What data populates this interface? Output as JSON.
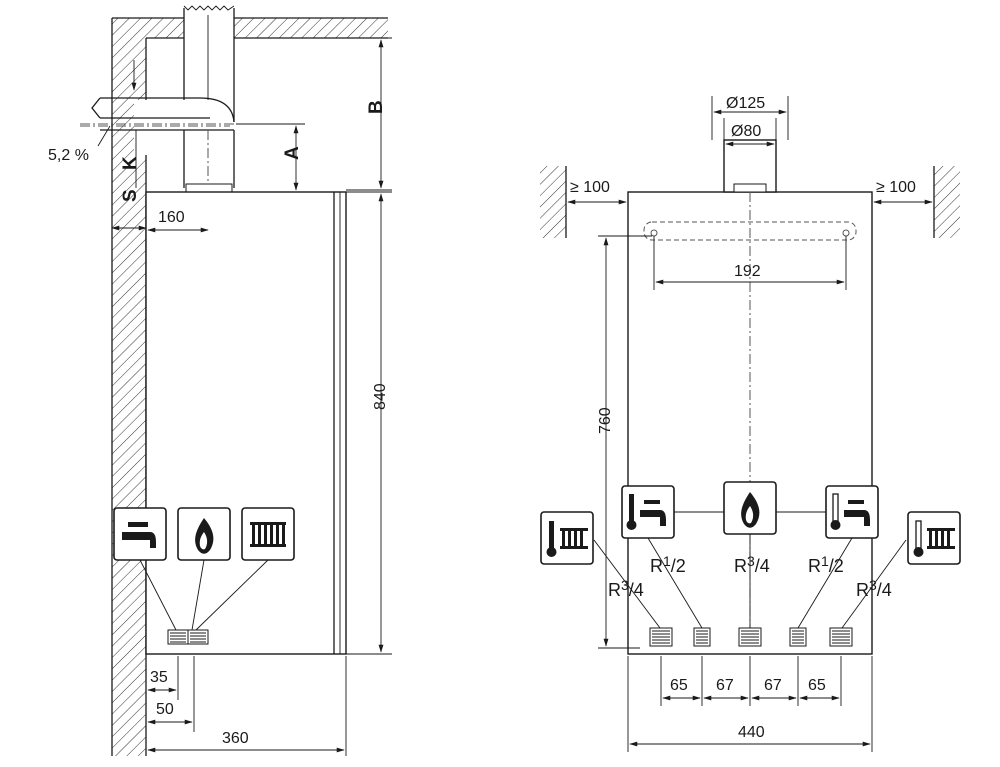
{
  "side_view": {
    "dim_a": "A",
    "dim_b": "B",
    "dim_k": "K",
    "dim_s": "S",
    "slope": "5,2 %",
    "dim_flue_offset": "160",
    "dim_height": "840",
    "dim_35": "35",
    "dim_50": "50",
    "dim_depth": "360",
    "icons": [
      "tap-icon",
      "flame-icon",
      "radiator-icon"
    ]
  },
  "front_view": {
    "dia_outer": "Ø125",
    "dia_inner": "Ø80",
    "clear_left": "≥ 100",
    "clear_right": "≥ 100",
    "dim_mount": "192",
    "dim_height": "760",
    "dim_width": "440",
    "spacing": [
      "65",
      "67",
      "67",
      "65"
    ],
    "conn_labels": [
      {
        "main": "R",
        "sup": "3",
        "frac": "/4"
      },
      {
        "main": "R",
        "sup": "1",
        "frac": "/2"
      },
      {
        "main": "R",
        "sup": "3",
        "frac": "/4"
      },
      {
        "main": "R",
        "sup": "1",
        "frac": "/2"
      },
      {
        "main": "R",
        "sup": "3",
        "frac": "/4"
      }
    ],
    "icons": [
      "heating-flow-icon",
      "hot-water-icon",
      "gas-icon",
      "cold-water-icon",
      "heating-return-icon"
    ]
  }
}
